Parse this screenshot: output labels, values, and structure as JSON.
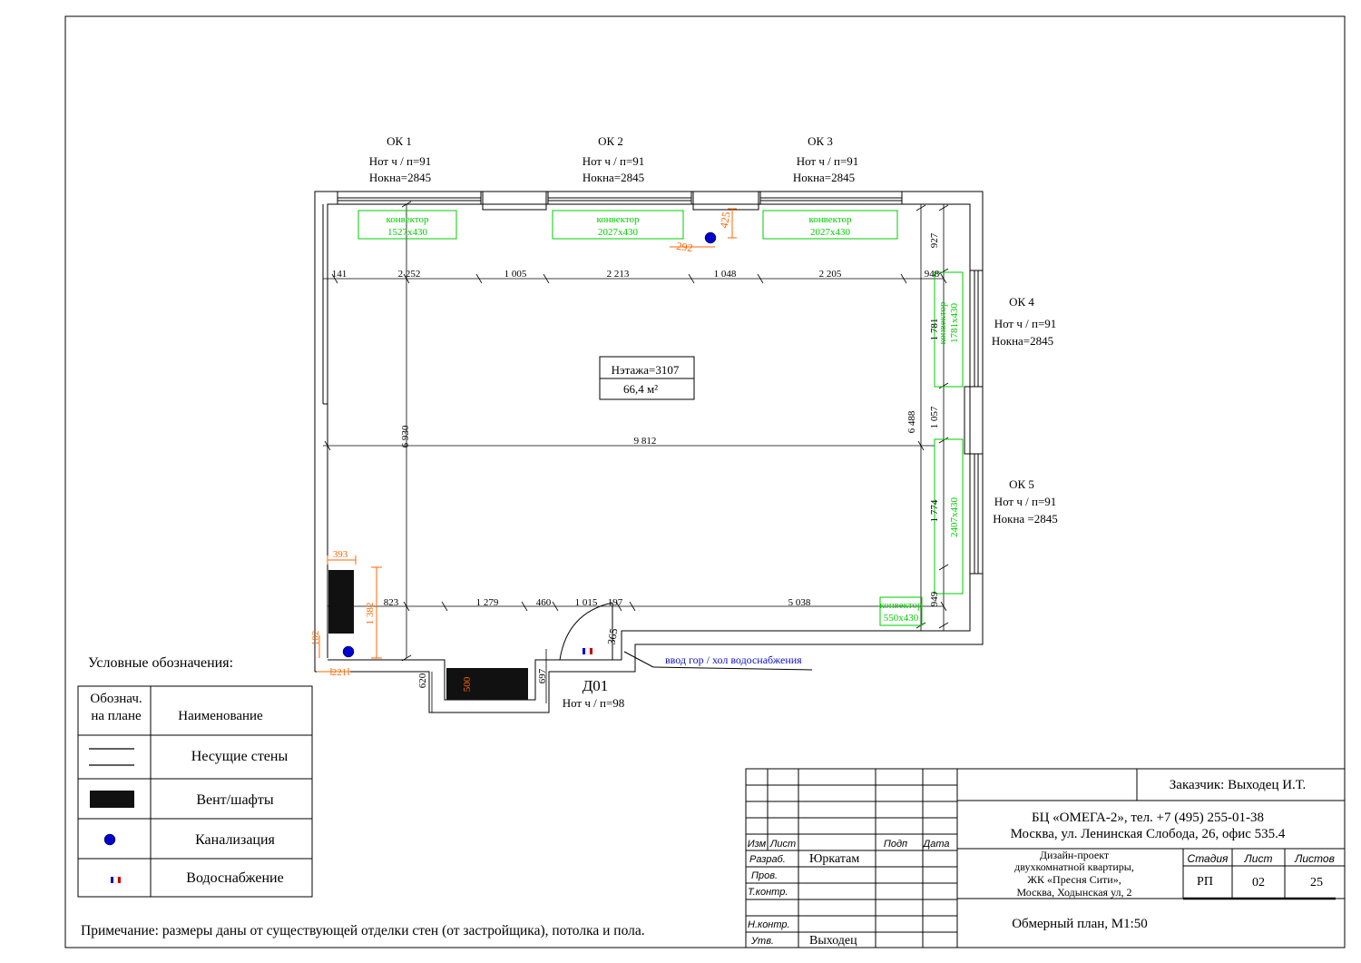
{
  "windows": [
    {
      "name": "ОК 1",
      "sill": "Нот ч / п=91",
      "height": "Нокна=2845"
    },
    {
      "name": "ОК 2",
      "sill": "Нот ч / п=91",
      "height": "Нокна=2845"
    },
    {
      "name": "ОК 3",
      "sill": "Нот ч / п=91",
      "height": "Нокна=2845"
    },
    {
      "name": "ОК 4",
      "sill": "Нот ч / п=91",
      "height": "Нокна=2845"
    },
    {
      "name": "ОК 5",
      "sill": "Нот ч / п=91",
      "height": "Нокна =2845"
    }
  ],
  "convectors": [
    {
      "name": "конвектор",
      "size": "1527х430"
    },
    {
      "name": "конвектор",
      "size": "2027х430"
    },
    {
      "name": "конвектор",
      "size": "2027х430"
    },
    {
      "name": "конвектор",
      "size": "1781х430"
    },
    {
      "name": "конвектор",
      "size": "2407х430"
    },
    {
      "name": "конвектор",
      "size": "550х430"
    }
  ],
  "room": {
    "floor_height": "Нэтажа=3107",
    "area": "66,4 м²"
  },
  "dimensions": {
    "top_row": [
      "141",
      "2 252",
      "1 005",
      "2 213",
      "1 048",
      "2 205",
      "948"
    ],
    "middle_width": "9 812",
    "left_height": "6 930",
    "right_height": "6 488",
    "right_segments": [
      "927",
      "1 781",
      "1 057",
      "1 774",
      "949"
    ],
    "bottom_row": [
      "823",
      "1 279",
      "460",
      "1 015",
      "197",
      "5 038"
    ],
    "niche_left": "620",
    "niche_right": "697",
    "shaft_500": "500",
    "shaft_393": "393",
    "shaft_1382": "1 382",
    "shaft_102": "102",
    "shaft_221": "221",
    "riser_425": "425",
    "riser_292": "292",
    "door_365": "365"
  },
  "door": {
    "name": "Д01",
    "height": "Нот ч / п=98"
  },
  "water_inlet_label": "ввод гор / хол водоснабжения",
  "legend": {
    "title": "Условные обозначения:",
    "header_symbol": [
      "Обознач.",
      "на плане"
    ],
    "header_name": "Наименование",
    "rows": [
      {
        "icon": "wall-lines",
        "label": "Несущие стены"
      },
      {
        "icon": "shaft-block",
        "label": "Вент/шафты"
      },
      {
        "icon": "sewer-dot",
        "label": "Канализация"
      },
      {
        "icon": "water-supply-icon",
        "label": "Водоснабжение"
      }
    ]
  },
  "note": "Примечание: размеры даны от существующей отделки стен (от застройщика), потолка и пола.",
  "title_block": {
    "customer": "Заказчик: Выходец И.Т.",
    "company_line1": "БЦ «ОМЕГА-2», тел. +7 (495) 255-01-38",
    "company_line2": "Москва, ул. Ленинская Слобода, 26, офис 535.4",
    "col_headers": [
      "Изм",
      "Лист",
      "Подп",
      "Дата"
    ],
    "roles": [
      "Разраб.",
      "Пров.",
      "Т.контр.",
      "",
      "Н.контр.",
      "Утв."
    ],
    "names": [
      "Юркатам",
      "",
      "",
      "",
      "",
      "Выходец"
    ],
    "project": [
      "Дизайн-проект",
      "двухкомнатной квартиры,",
      "ЖК «Пресня Сити»,",
      "Москва, Ходынская ул, 2"
    ],
    "stage_header": "Стадия",
    "sheet_header": "Лист",
    "sheets_header": "Листов",
    "stage": "РП",
    "sheet": "02",
    "sheets": "25",
    "drawing_title": "Обмерный план, М1:50"
  },
  "colors": {
    "dimension_orange": "#ff6600",
    "convector_green": "#00cc00",
    "sewer_blue": "#0000cc",
    "shaft_black": "#111111"
  }
}
